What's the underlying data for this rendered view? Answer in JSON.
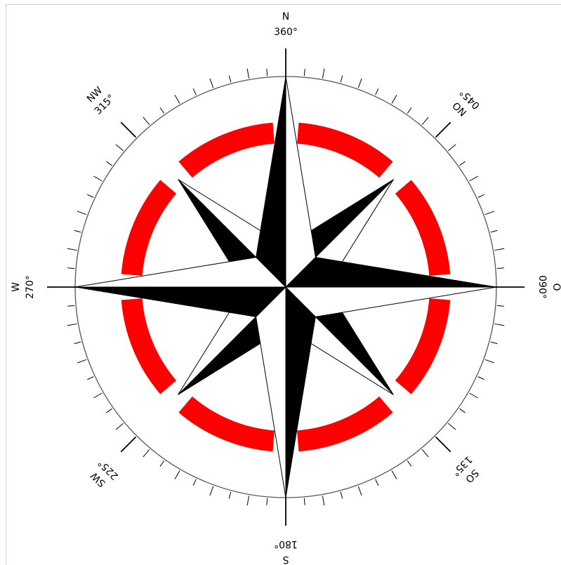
{
  "colors": {
    "ring_segments": "#ff0000",
    "star": "#000000",
    "background": "#ffffff",
    "ticks": "#000000"
  },
  "labels": {
    "n": {
      "letter": "N",
      "degrees": "360°"
    },
    "ne": {
      "letter": "NO",
      "degrees": "045°"
    },
    "e": {
      "letter": "O",
      "degrees": "090°"
    },
    "se": {
      "letter": "SO",
      "degrees": "135°"
    },
    "s": {
      "letter": "S",
      "degrees": "180°"
    },
    "sw": {
      "letter": "SW",
      "degrees": "225°"
    },
    "w": {
      "letter": "W",
      "degrees": "270°"
    },
    "nw": {
      "letter": "NW",
      "degrees": "315°"
    }
  }
}
